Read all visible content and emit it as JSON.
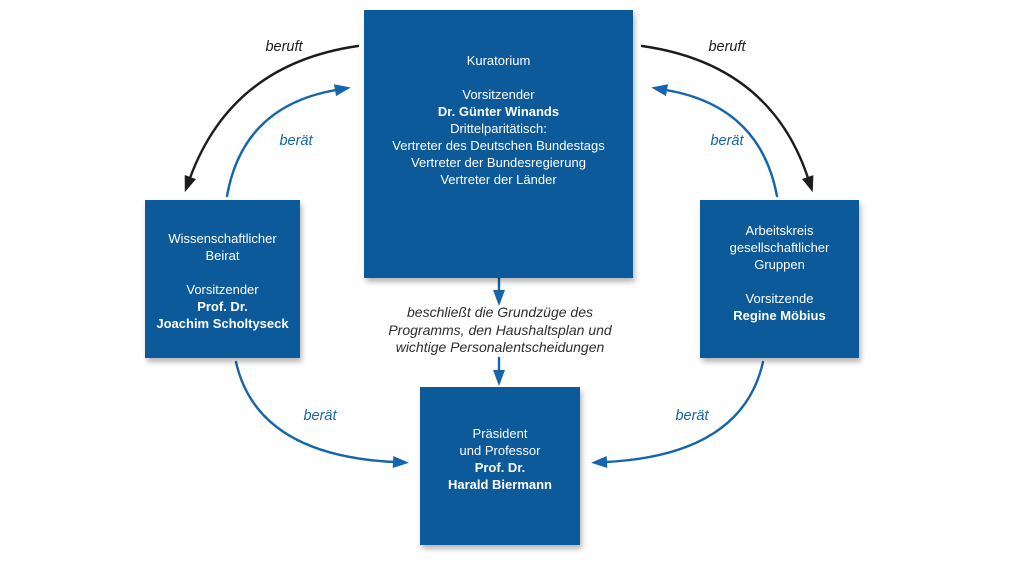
{
  "diagram": {
    "colors": {
      "box": "#0d5a9b",
      "arrow_blue": "#1565ac",
      "arrow_black": "#1d1d1b",
      "box_text": "#ffffff",
      "note_text": "#2e2e2d",
      "bg": "#ffffff"
    },
    "boxes": {
      "kuratorium": {
        "title": "Kuratorium",
        "role_label": "Vorsitzender",
        "person": "Dr. Günter Winands",
        "members": [
          "Drittelparitätisch:",
          "Vertreter des Deutschen Bundestags",
          "Vertreter der Bundesregierung",
          "Vertreter der Länder"
        ]
      },
      "beirat": {
        "name_lines": [
          "Wissenschaftlicher",
          "Beirat"
        ],
        "role_label": "Vorsitzender",
        "person_lines": [
          "Prof. Dr.",
          "Joachim Scholtyseck"
        ]
      },
      "arbeitskreis": {
        "name_lines": [
          "Arbeitskreis",
          "gesellschaftlicher",
          "Gruppen"
        ],
        "role_label": "Vorsitzende",
        "person": "Regine Möbius"
      },
      "praesident": {
        "name_lines": [
          "Präsident",
          "und Professor"
        ],
        "person_lines": [
          "Prof. Dr.",
          "Harald Biermann"
        ]
      }
    },
    "edge_labels": {
      "beruft_left": "beruft",
      "beruft_right": "beruft",
      "beraet_top_left": "berät",
      "beraet_top_right": "berät",
      "beraet_bottom_left": "berät",
      "beraet_bottom_right": "berät"
    },
    "note_lines": [
      "beschließt die Grundzüge des",
      "Programms, den Haushaltsplan und",
      "wichtige Personalentscheidungen"
    ]
  }
}
